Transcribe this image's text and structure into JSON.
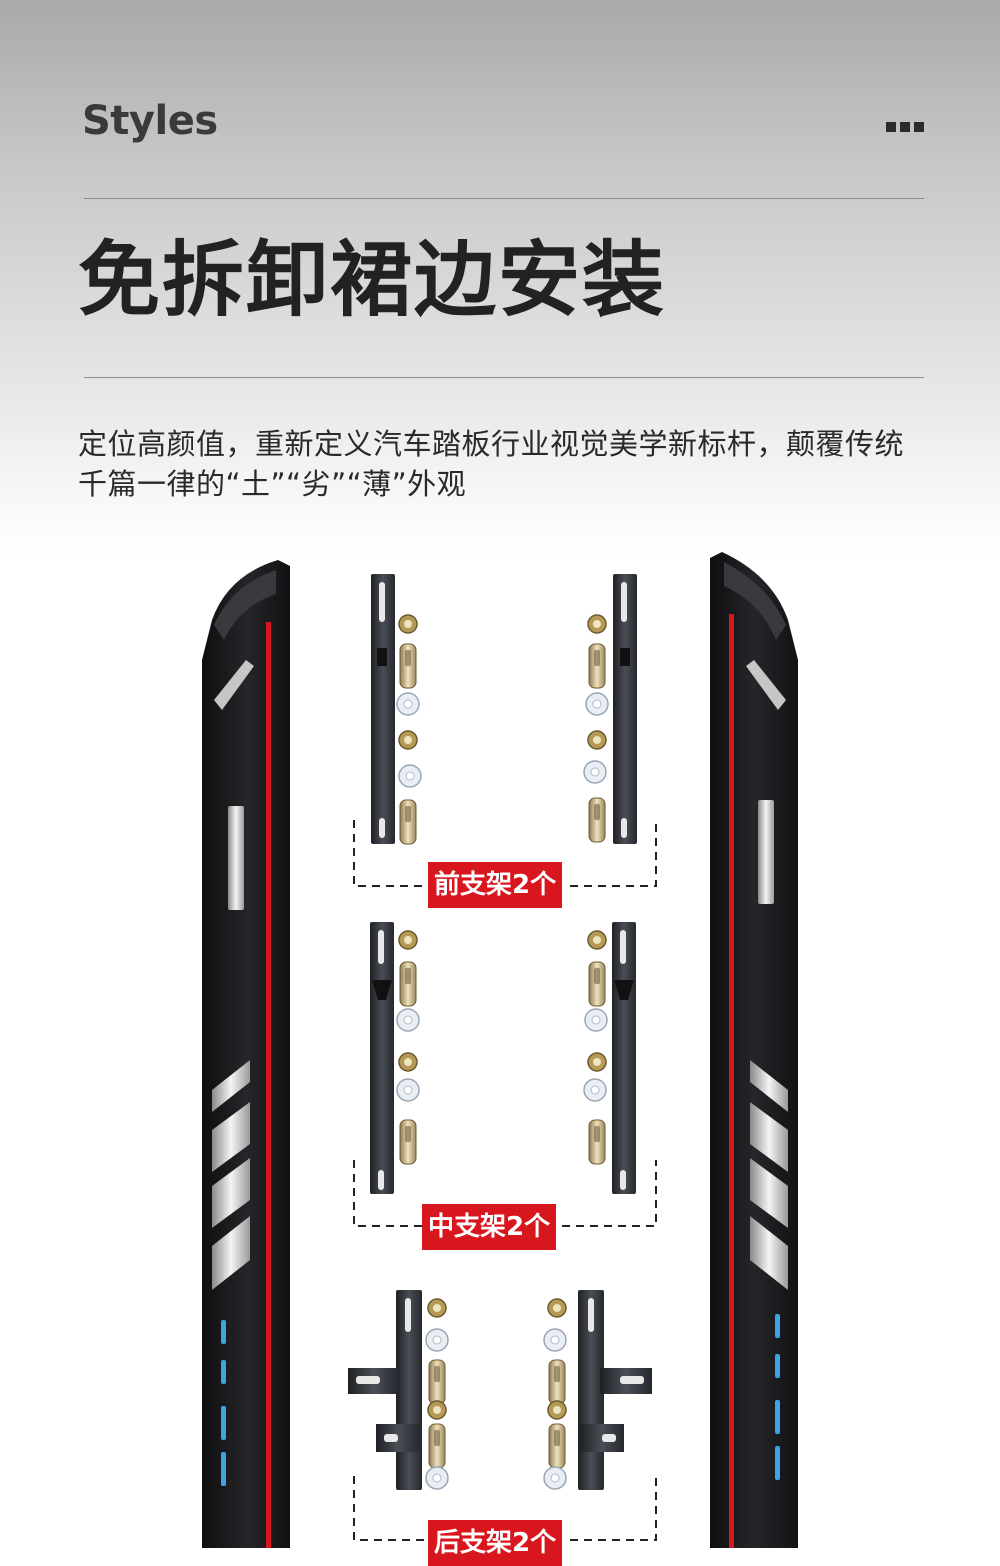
{
  "header": {
    "section_label": "Styles",
    "menu_icon": "more-dots-icon",
    "title": "免拆卸裙边安装",
    "description": "定位高颜值，重新定义汽车踏板行业视觉美学新标杆，颠覆传统千篇一律的“土”“劣”“薄”外观"
  },
  "illustration": {
    "tags": {
      "front": "前支架2个",
      "middle": "中支架2个",
      "rear": "后支架2个"
    },
    "colors": {
      "board": "#1b1b1d",
      "accent_stripe": "#d8161d",
      "light_strip": "#3aa6e8",
      "bracket": "#33363c",
      "tag": "#d8161d"
    }
  }
}
